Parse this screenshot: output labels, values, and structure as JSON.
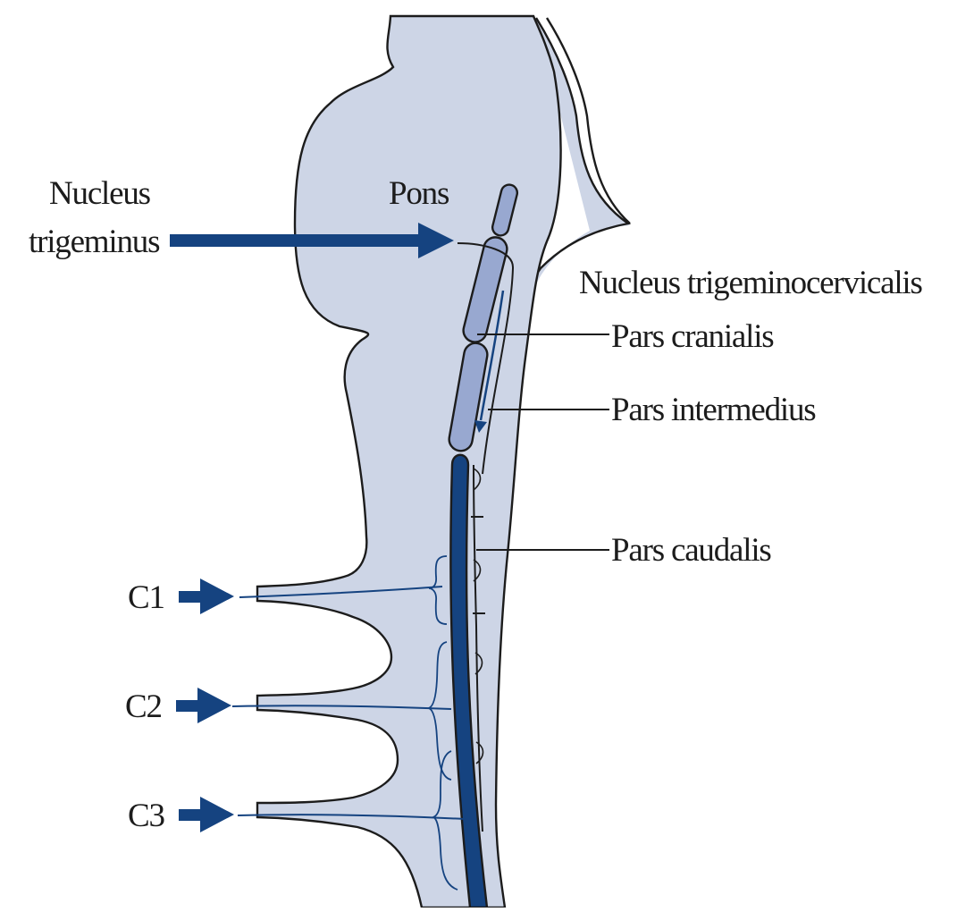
{
  "labels": {
    "nucleus_trigeminus_line1": "Nucleus",
    "nucleus_trigeminus_line2": "trigeminus",
    "pons": "Pons",
    "nucleus_trigeminocervicalis": "Nucleus trigeminocervicalis",
    "pars_cranialis": "Pars cranialis",
    "pars_intermedius": "Pars intermedius",
    "pars_caudalis": "Pars caudalis",
    "c1": "C1",
    "c2": "C2",
    "c3": "C3"
  },
  "colors": {
    "tissue": "#cdd5e6",
    "outline": "#1c1c1c",
    "nucleus_light": "#98a8d0",
    "nucleus_dark": "#154380",
    "arrow": "#154380"
  }
}
